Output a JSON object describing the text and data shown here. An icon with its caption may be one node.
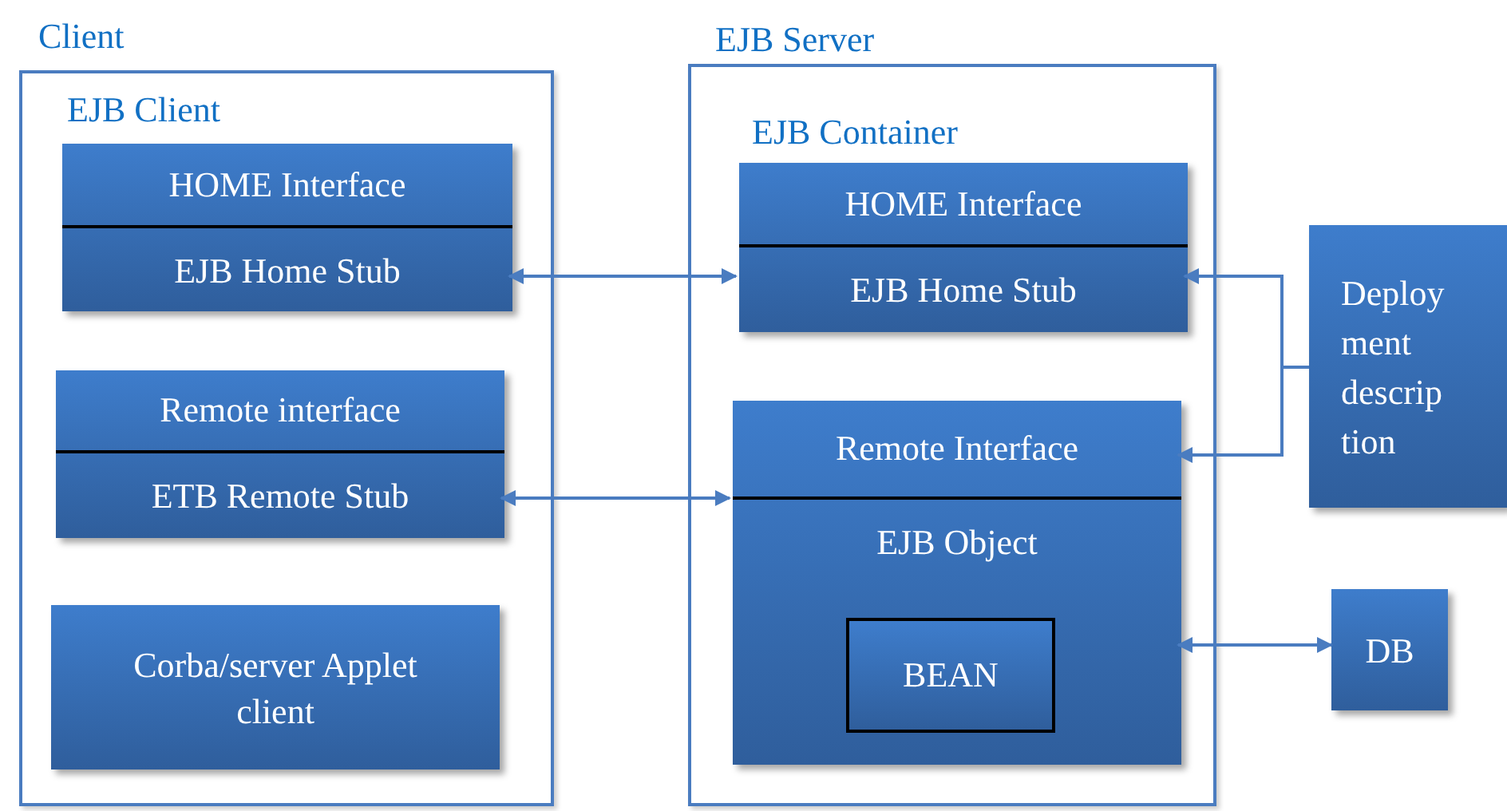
{
  "diagram": {
    "nodes": [
      {
        "text": [
          "Client",
          "EJB Client"
        ]
      },
      {
        "text": [
          "HOME Interface",
          "EJB Home Stub"
        ],
        "in": 0
      },
      {
        "text": [
          "Remote interface",
          "ETB Remote Stub"
        ],
        "in": 0
      },
      {
        "text": [
          "Corba/server Applet client"
        ],
        "in": 0
      },
      {
        "text": [
          "EJB Server",
          "EJB Container"
        ]
      },
      {
        "text": [
          "HOME Interface",
          "EJB Home Stub"
        ],
        "in": 4
      },
      {
        "text": [
          "Remote Interface",
          "EJB Object"
        ],
        "in": 4
      },
      {
        "text": [
          "BEAN"
        ],
        "in": 6
      },
      {
        "text": [
          "Deploy ment descrip tion"
        ]
      },
      {
        "text": [
          "DB"
        ]
      }
    ],
    "edges": [
      {
        "from": 1,
        "to": 5,
        "arrow": "both"
      },
      {
        "from": 2,
        "to": 6,
        "arrow": "both"
      },
      {
        "from": 8,
        "to": 5,
        "arrow": "to"
      },
      {
        "from": 8,
        "to": 6,
        "arrow": "to"
      },
      {
        "from": 6,
        "to": 9,
        "arrow": "both"
      }
    ]
  }
}
